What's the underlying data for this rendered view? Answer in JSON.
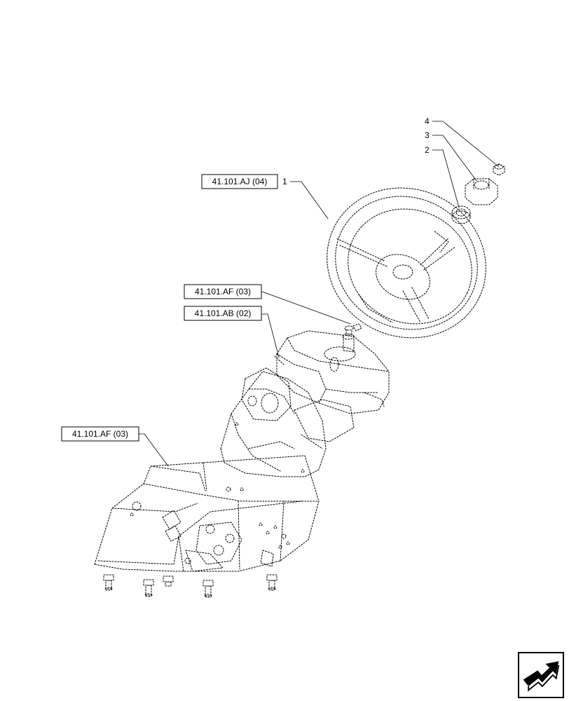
{
  "callouts": {
    "part1": "1",
    "part2": "2",
    "part3": "3",
    "part4": "4"
  },
  "references": {
    "steering_wheel_ref": "41.101.AJ (04)",
    "shaft_ref": "41.101.AF (03)",
    "column_ref": "41.101.AB (02)",
    "base_ref": "41.101.AF (03)"
  },
  "icons": {
    "navigation": "next-page-arrow-icon"
  },
  "colors": {
    "line": "#000000",
    "background": "#ffffff"
  }
}
